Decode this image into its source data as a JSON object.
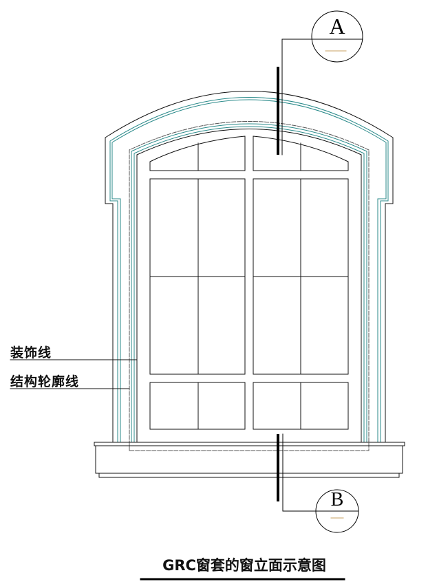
{
  "title": "GRC窗套的窗立面示意图",
  "labels": {
    "decorative_line": "装饰线",
    "structural_outline": "结构轮廓线"
  },
  "section_markers": {
    "top": "A",
    "bottom": "B"
  },
  "colors": {
    "line": "#111111",
    "teal": "#2a8a8a",
    "accent": "#c8a060"
  }
}
